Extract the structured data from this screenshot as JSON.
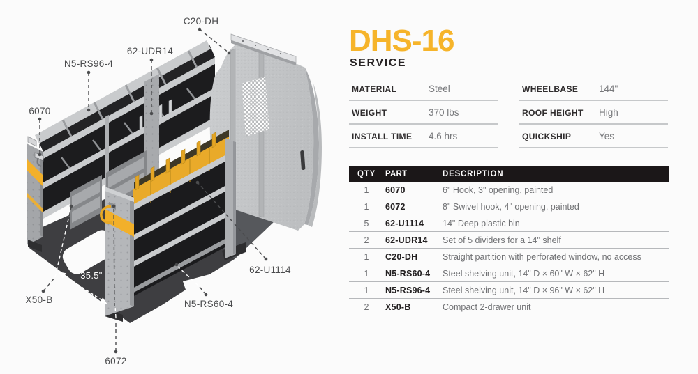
{
  "product": {
    "title": "DHS-16",
    "subtitle": "SERVICE"
  },
  "specs": {
    "left": [
      {
        "label": "MATERIAL",
        "value": "Steel"
      },
      {
        "label": "WEIGHT",
        "value": "370 lbs"
      },
      {
        "label": "INSTALL TIME",
        "value": "4.6 hrs"
      }
    ],
    "right": [
      {
        "label": "WHEELBASE",
        "value": "144\""
      },
      {
        "label": "ROOF HEIGHT",
        "value": "High"
      },
      {
        "label": "QUICKSHIP",
        "value": "Yes"
      }
    ]
  },
  "parts_table": {
    "headers": [
      "QTY",
      "PART",
      "DESCRIPTION"
    ],
    "rows": [
      {
        "qty": "1",
        "part": "6070",
        "description": "6\" Hook, 3\" opening, painted"
      },
      {
        "qty": "1",
        "part": "6072",
        "description": "8\" Swivel hook, 4\" opening, painted"
      },
      {
        "qty": "5",
        "part": "62-U1114",
        "description": "14\" Deep plastic bin"
      },
      {
        "qty": "2",
        "part": "62-UDR14",
        "description": "Set of 5 dividers for a 14\" shelf"
      },
      {
        "qty": "1",
        "part": "C20-DH",
        "description": "Straight partition with perforated window, no access"
      },
      {
        "qty": "1",
        "part": "N5-RS60-4",
        "description": "Steel shelving unit, 14\" D × 60\" W × 62\" H"
      },
      {
        "qty": "1",
        "part": "N5-RS96-4",
        "description": "Steel shelving unit, 14\" D × 96\" W × 62\" H"
      },
      {
        "qty": "2",
        "part": "X50-B",
        "description": "Compact 2-drawer unit"
      }
    ]
  },
  "diagram": {
    "labels": {
      "c20dh": "C20-DH",
      "udr14": "62-UDR14",
      "rs96": "N5-RS96-4",
      "hook6070": "6070",
      "x50b": "X50-B",
      "hook6072": "6072",
      "rs60": "N5-RS60-4",
      "u1114": "62-U1114"
    },
    "dimension": "35.5\""
  },
  "colors": {
    "accent_yellow": "#F6B42A",
    "table_header_black": "#1B1718",
    "bin_yellow": "#E9AA2A",
    "metal_gray": "#C9CBCD",
    "floor_gray": "#3E3E41"
  }
}
